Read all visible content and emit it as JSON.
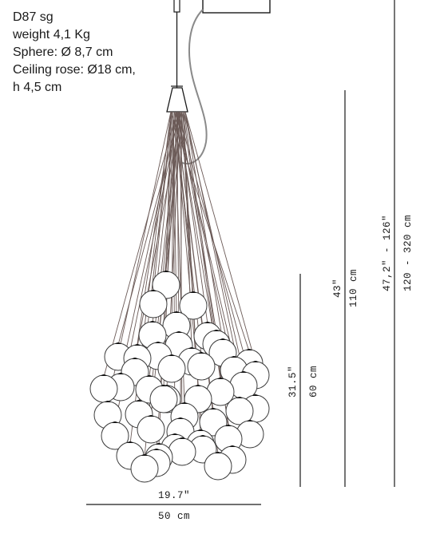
{
  "spec": {
    "model": "D87 sg",
    "weight": "weight  4,1 Kg",
    "sphere": "Sphere: Ø 8,7 cm",
    "ceiling_rose": "Ceiling rose: Ø18 cm,",
    "rose_height": "h 4,5 cm"
  },
  "dimensions": {
    "width_in": "19.7\"",
    "width_cm": "50 cm",
    "cluster_height_in": "31.5\"",
    "cluster_height_cm": "60 cm",
    "min_height_in": "43\"",
    "min_height_cm": "110 cm",
    "total_height_in": "47,2\" - 126\"",
    "total_height_cm": "120 - 320 cm"
  },
  "colors": {
    "line": "#1a1a1a",
    "cable": "#6b5a57",
    "power_cord": "#8a8a8a",
    "sphere_stroke": "#3a3a3a"
  }
}
